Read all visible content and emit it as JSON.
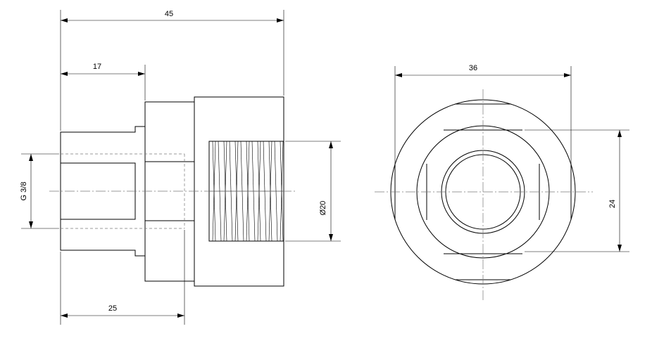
{
  "drawing": {
    "dims": {
      "overall_length": "45",
      "shank_length": "17",
      "thread_length": "25",
      "thread_spec": "G 3/8",
      "bore_diameter": "Ø20",
      "outer_diameter": "36",
      "flat_width": "24"
    }
  }
}
